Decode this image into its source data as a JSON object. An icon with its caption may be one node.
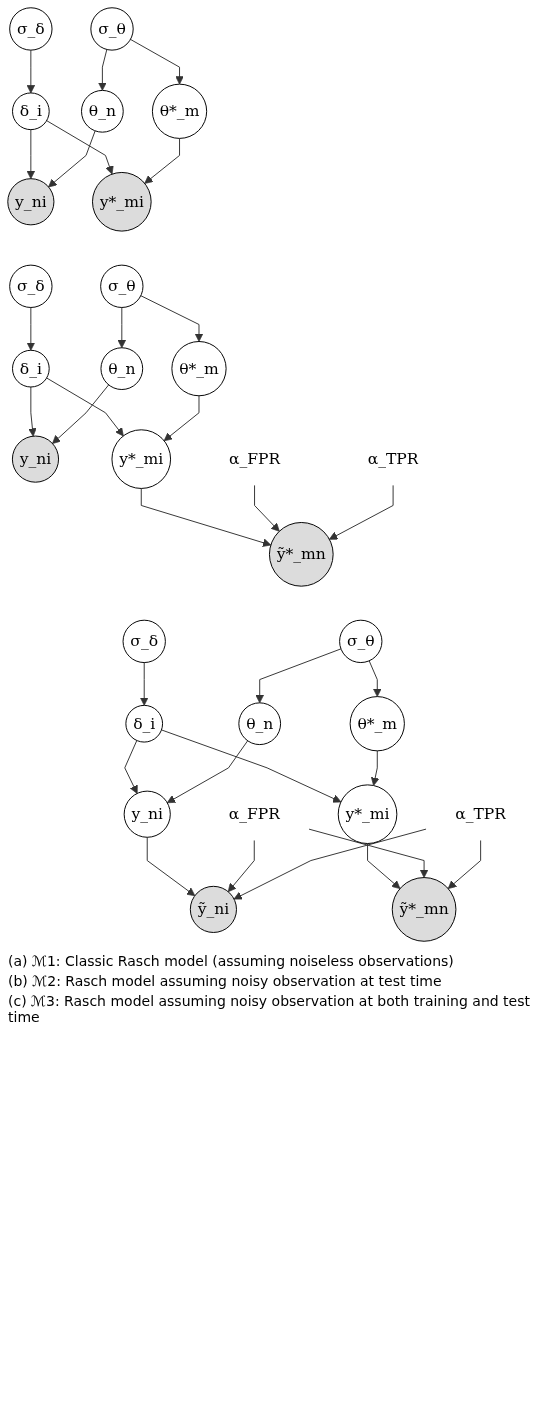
{
  "diagram": {
    "nodes": [
      {
        "text": [
          "σ_δ"
        ]
      },
      {
        "text": [
          "σ_θ"
        ]
      },
      {
        "text": [
          "δ_i"
        ]
      },
      {
        "text": [
          "θ_n"
        ]
      },
      {
        "text": [
          "θ*_m"
        ]
      },
      {
        "text": [
          "y_ni"
        ]
      },
      {
        "text": [
          "y*_mi"
        ]
      },
      {
        "text": [
          "σ_δ"
        ]
      },
      {
        "text": [
          "σ_θ"
        ]
      },
      {
        "text": [
          "δ_i"
        ]
      },
      {
        "text": [
          "θ_n"
        ]
      },
      {
        "text": [
          "θ*_m"
        ]
      },
      {
        "text": [
          "y_ni"
        ]
      },
      {
        "text": [
          "y*_mi"
        ]
      },
      {
        "text": [
          "ỹ*_mn"
        ]
      },
      {
        "text": [
          "α_FPR"
        ]
      },
      {
        "text": [
          "α_TPR"
        ]
      },
      {
        "text": [
          "σ_δ"
        ]
      },
      {
        "text": [
          "σ_θ"
        ]
      },
      {
        "text": [
          "δ_i"
        ]
      },
      {
        "text": [
          "θ_n"
        ]
      },
      {
        "text": [
          "θ*_m"
        ]
      },
      {
        "text": [
          "y_ni"
        ]
      },
      {
        "text": [
          "y*_mi"
        ]
      },
      {
        "text": [
          "ỹ_ni"
        ]
      },
      {
        "text": [
          "ỹ*_mn"
        ]
      },
      {
        "text": [
          "α_FPR"
        ]
      },
      {
        "text": [
          "α_TPR"
        ]
      }
    ],
    "edges": [
      {
        "from": 0,
        "to": 2,
        "arrow": "to"
      },
      {
        "from": 1,
        "to": 3,
        "arrow": "to"
      },
      {
        "from": 1,
        "to": 4,
        "arrow": "to"
      },
      {
        "from": 2,
        "to": 5,
        "arrow": "to"
      },
      {
        "from": 2,
        "to": 6,
        "arrow": "to"
      },
      {
        "from": 3,
        "to": 5,
        "arrow": "to"
      },
      {
        "from": 4,
        "to": 6,
        "arrow": "to"
      },
      {
        "from": 7,
        "to": 9,
        "arrow": "to"
      },
      {
        "from": 8,
        "to": 10,
        "arrow": "to"
      },
      {
        "from": 8,
        "to": 11,
        "arrow": "to"
      },
      {
        "from": 9,
        "to": 12,
        "arrow": "to"
      },
      {
        "from": 9,
        "to": 13,
        "arrow": "to"
      },
      {
        "from": 10,
        "to": 12,
        "arrow": "to"
      },
      {
        "from": 11,
        "to": 13,
        "arrow": "to"
      },
      {
        "from": 13,
        "to": 14,
        "arrow": "to"
      },
      {
        "from": 15,
        "to": 14,
        "arrow": "to"
      },
      {
        "from": 16,
        "to": 14,
        "arrow": "to"
      },
      {
        "from": 17,
        "to": 19,
        "arrow": "to"
      },
      {
        "from": 18,
        "to": 20,
        "arrow": "to"
      },
      {
        "from": 18,
        "to": 21,
        "arrow": "to"
      },
      {
        "from": 19,
        "to": 22,
        "arrow": "to"
      },
      {
        "from": 19,
        "to": 23,
        "arrow": "to"
      },
      {
        "from": 20,
        "to": 22,
        "arrow": "to"
      },
      {
        "from": 21,
        "to": 23,
        "arrow": "to"
      },
      {
        "from": 22,
        "to": 24,
        "arrow": "to"
      },
      {
        "from": 23,
        "to": 25,
        "arrow": "to"
      },
      {
        "from": 26,
        "to": 24,
        "arrow": "to"
      },
      {
        "from": 26,
        "to": 25,
        "arrow": "to"
      },
      {
        "from": 27,
        "to": 24,
        "arrow": "to"
      },
      {
        "from": 27,
        "to": 25,
        "arrow": "to"
      }
    ],
    "labels": [
      "(a) ℳ1: Classic Rasch model (assuming noiseless observations)",
      "(b) ℳ2: Rasch model assuming noisy observation at test time",
      "(c) ℳ3: Rasch model assuming noisy observation at both training and test time"
    ]
  }
}
